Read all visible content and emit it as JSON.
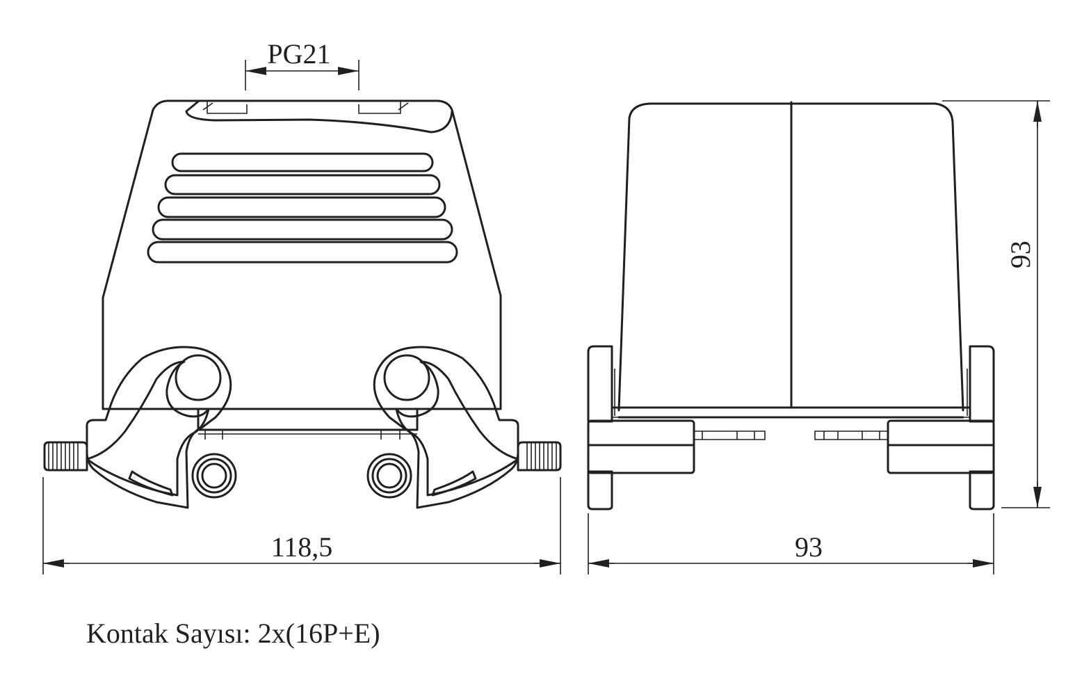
{
  "dimensions": {
    "gland": "PG21",
    "front_width": "118,5",
    "side_width": "93",
    "side_height": "93"
  },
  "caption": "Kontak Sayısı: 2x(16P+E)",
  "colors": {
    "line": "#231f20",
    "background": "#ffffff"
  }
}
